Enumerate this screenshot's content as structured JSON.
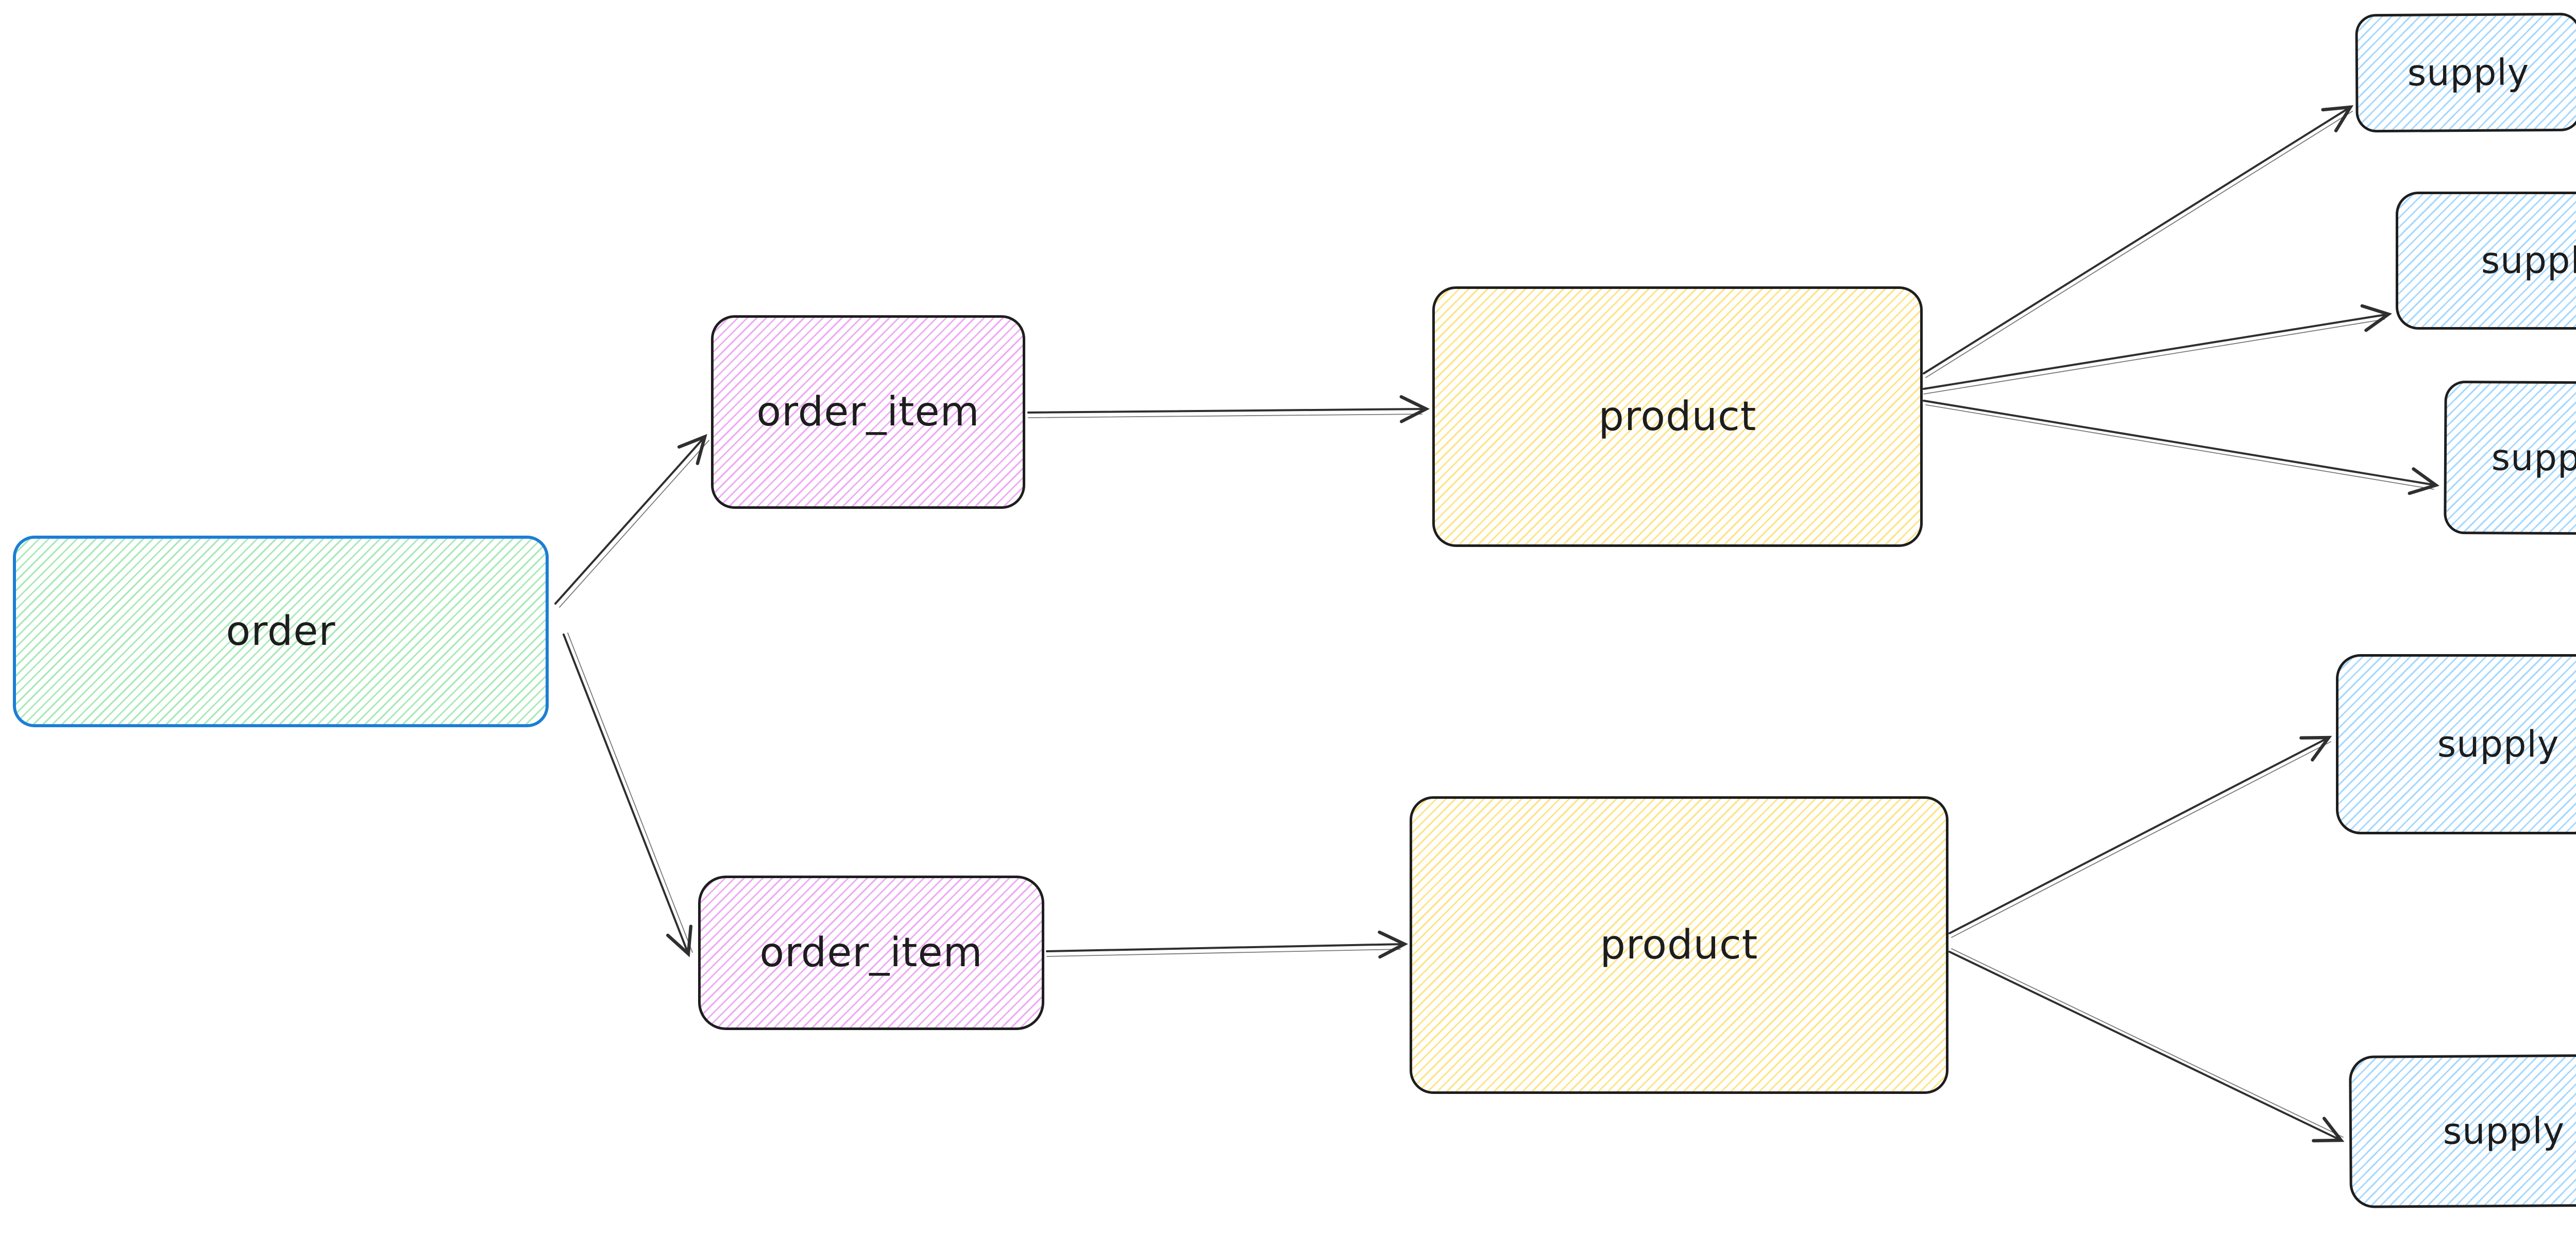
{
  "diagram": {
    "type": "flow-diagram",
    "style": "hand-drawn hachure (whiteboard sketch)",
    "nodes": [
      {
        "id": "order",
        "label": "order",
        "fill": "green-hachure",
        "border": "blue"
      },
      {
        "id": "order-item-1",
        "label": "order_item",
        "fill": "purple-hachure",
        "border": "dark"
      },
      {
        "id": "order-item-2",
        "label": "order_item",
        "fill": "purple-hachure",
        "border": "dark"
      },
      {
        "id": "product-1",
        "label": "product",
        "fill": "yellow-hachure",
        "border": "dark"
      },
      {
        "id": "product-2",
        "label": "product",
        "fill": "yellow-hachure",
        "border": "dark"
      },
      {
        "id": "supply-1",
        "label": "supply",
        "fill": "blue-hachure",
        "border": "dark"
      },
      {
        "id": "supply-2",
        "label": "supply",
        "fill": "blue-hachure",
        "border": "dark"
      },
      {
        "id": "supply-3",
        "label": "supply",
        "fill": "blue-hachure",
        "border": "dark"
      },
      {
        "id": "supply-4",
        "label": "supply",
        "fill": "blue-hachure",
        "border": "dark"
      },
      {
        "id": "supply-5",
        "label": "supply",
        "fill": "blue-hachure",
        "border": "dark"
      }
    ],
    "edges": [
      {
        "from": "order",
        "to": "order-item-1"
      },
      {
        "from": "order",
        "to": "order-item-2"
      },
      {
        "from": "order-item-1",
        "to": "product-1"
      },
      {
        "from": "order-item-2",
        "to": "product-2"
      },
      {
        "from": "product-1",
        "to": "supply-1"
      },
      {
        "from": "product-1",
        "to": "supply-2"
      },
      {
        "from": "product-1",
        "to": "supply-3"
      },
      {
        "from": "product-2",
        "to": "supply-4"
      },
      {
        "from": "product-2",
        "to": "supply-5"
      }
    ],
    "colors": {
      "canvas_bg": "#ffffff",
      "text": "#1d1d1d",
      "dark_border": "#1e1e1e",
      "order_border_blue": "#1c7ed6",
      "green_hachure": "#a7e9b5",
      "purple_hachure": "#eeaaf5",
      "yellow_hachure": "#ffe382",
      "blue_hachure": "#a5d8ff",
      "arrow": "#2f2f2f"
    }
  }
}
